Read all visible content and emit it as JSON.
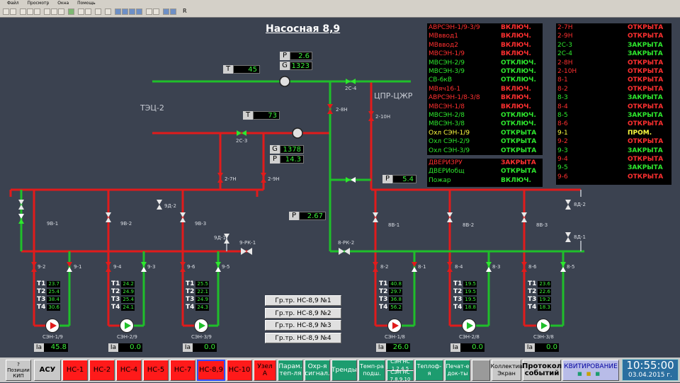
{
  "menu": {
    "file": "Файл",
    "view": "Просмотр",
    "windows": "Окна",
    "help": "Помощь"
  },
  "toolbar": {
    "r_label": "R"
  },
  "title": "Насосная 8,9",
  "labels": {
    "tec2": "ТЭЦ-2",
    "cpr": "ЦПР-ЦЖР",
    "v2c4": "2С-4",
    "v2c3": "2С-3",
    "v28h": "2-8Н",
    "v210h": "2-10Н",
    "v27h": "2-7Н",
    "v29h": "2-9Н",
    "v8rk2": "8-РК-2",
    "v9rk1": "9-РК-1",
    "v9v1": "9В-1",
    "v9v2": "9В-2",
    "v9v3": "9В-3",
    "v9d1": "9Д-1",
    "v9d2": "9Д-2",
    "v8v1": "8В-1",
    "v8v2": "8В-2",
    "v8v3": "8В-3",
    "v8d1": "8Д-1",
    "v8d2": "8Д-2",
    "v92": "9-2",
    "v91": "9-1",
    "v94": "9-4",
    "v93": "9-3",
    "v96": "9-6",
    "v95": "9-5",
    "v82": "8-2",
    "v81": "8-1",
    "v84": "8-4",
    "v83": "8-3",
    "v86": "8-6",
    "v85": "8-5"
  },
  "readings": {
    "p_top": {
      "k": "P",
      "v": "2.6"
    },
    "g_top": {
      "k": "G",
      "v": "1323"
    },
    "t_top": {
      "k": "T",
      "v": "45"
    },
    "t_mid": {
      "k": "T",
      "v": "73"
    },
    "g_mid": {
      "k": "G",
      "v": "1378"
    },
    "p_mid": {
      "k": "P",
      "v": "14.3"
    },
    "p_right": {
      "k": "P",
      "v": "5.4"
    },
    "p_center": {
      "k": "P",
      "v": "2.67"
    }
  },
  "pumps": [
    {
      "name": "СЭН-1/9",
      "running": false,
      "t": [
        "23.7",
        "25.4",
        "38.4",
        "30.6"
      ],
      "ia": "45.8"
    },
    {
      "name": "СЭН-2/9",
      "running": true,
      "t": [
        "24.2",
        "24.9",
        "25.4",
        "24.1"
      ],
      "ia": "0.0"
    },
    {
      "name": "СЭН-3/9",
      "running": true,
      "t": [
        "25.5",
        "22.1",
        "24.9",
        "24.3"
      ],
      "ia": "0.0"
    },
    {
      "name": "СЭН-1/8",
      "running": false,
      "t": [
        "40.8",
        "29.7",
        "36.8",
        "56.2"
      ],
      "ia": "26.0"
    },
    {
      "name": "СЭН-2/8",
      "running": true,
      "t": [
        "19.5",
        "19.5",
        "19.5",
        "18.8"
      ],
      "ia": "0.0"
    },
    {
      "name": "СЭН-3/8",
      "running": true,
      "t": [
        "23.6",
        "22.6",
        "19.2",
        "18.3"
      ],
      "ia": "0.0"
    }
  ],
  "t_labels": [
    "T1",
    "T2",
    "T3",
    "T4"
  ],
  "ia_label": "Ia",
  "groups": [
    "Гр.тр. НС-8,9 №1",
    "Гр.тр. НС-8,9 №2",
    "Гр.тр. НС-8,9 №3",
    "Гр.тр. НС-8,9 №4"
  ],
  "signals1": [
    {
      "n": "АВРСЭН-1/9-3/9",
      "s": "ВКЛЮЧ.",
      "nc": "red",
      "sc": "red"
    },
    {
      "n": "МВввод1",
      "s": "ВКЛЮЧ.",
      "nc": "red",
      "sc": "red"
    },
    {
      "n": "МВввод2",
      "s": "ВКЛЮЧ.",
      "nc": "red",
      "sc": "red"
    },
    {
      "n": "МВСЭН-1/9",
      "s": "ВКЛЮЧ.",
      "nc": "red",
      "sc": "red"
    },
    {
      "n": "МВСЭН-2/9",
      "s": "ОТКЛЮЧ.",
      "nc": "grn",
      "sc": "grn"
    },
    {
      "n": "МВСЭН-3/9",
      "s": "ОТКЛЮЧ.",
      "nc": "grn",
      "sc": "grn"
    },
    {
      "n": "СВ-6кВ",
      "s": "ОТКЛЮЧ.",
      "nc": "grn",
      "sc": "grn"
    },
    {
      "n": "МВяч16-1",
      "s": "ВКЛЮЧ.",
      "nc": "red",
      "sc": "red"
    },
    {
      "n": "АВРСЭН-1/8-3/8",
      "s": "ВКЛЮЧ.",
      "nc": "red",
      "sc": "red"
    },
    {
      "n": "МВСЭН-1/8",
      "s": "ВКЛЮЧ.",
      "nc": "red",
      "sc": "red"
    },
    {
      "n": "МВСЭН-2/8",
      "s": "ОТКЛЮЧ.",
      "nc": "grn",
      "sc": "grn"
    },
    {
      "n": "МВСЭН-3/8",
      "s": "ОТКЛЮЧ.",
      "nc": "grn",
      "sc": "grn"
    },
    {
      "n": "Охл СЭН-1/9",
      "s": "ОТКРЫТА",
      "nc": "yel",
      "sc": "grn"
    },
    {
      "n": "Охл СЭН-2/9",
      "s": "ОТКРЫТА",
      "nc": "grn",
      "sc": "grn"
    },
    {
      "n": "Охл СЭН-3/9",
      "s": "ОТКРЫТА",
      "nc": "grn",
      "sc": "grn"
    }
  ],
  "signals2": [
    {
      "n": "ДВЕРИЗРУ",
      "s": "ЗАКРЫТА",
      "nc": "red",
      "sc": "red"
    },
    {
      "n": "ДВЕРИобщ",
      "s": "ОТКРЫТА",
      "nc": "grn",
      "sc": "grn"
    },
    {
      "n": "Пожар",
      "s": "ВКЛЮЧ.",
      "nc": "grn",
      "sc": "grn"
    }
  ],
  "valves_status": [
    {
      "n": "2-7Н",
      "s": "ОТКРЫТА",
      "nc": "red",
      "sc": "red"
    },
    {
      "n": "2-9Н",
      "s": "ОТКРЫТА",
      "nc": "red",
      "sc": "red"
    },
    {
      "n": "2С-3",
      "s": "ЗАКРЫТА",
      "nc": "grn",
      "sc": "grn"
    },
    {
      "n": "2С-4",
      "s": "ЗАКРЫТА",
      "nc": "grn",
      "sc": "grn"
    },
    {
      "n": "2-8Н",
      "s": "ОТКРЫТА",
      "nc": "red",
      "sc": "red"
    },
    {
      "n": "2-10Н",
      "s": "ОТКРЫТА",
      "nc": "red",
      "sc": "red"
    },
    {
      "n": "8-1",
      "s": "ОТКРЫТА",
      "nc": "red",
      "sc": "red"
    },
    {
      "n": "8-2",
      "s": "ОТКРЫТА",
      "nc": "red",
      "sc": "red"
    },
    {
      "n": "8-3",
      "s": "ЗАКРЫТА",
      "nc": "grn",
      "sc": "grn"
    },
    {
      "n": "8-4",
      "s": "ОТКРЫТА",
      "nc": "red",
      "sc": "red"
    },
    {
      "n": "8-5",
      "s": "ЗАКРЫТА",
      "nc": "grn",
      "sc": "grn"
    },
    {
      "n": "8-6",
      "s": "ОТКРЫТА",
      "nc": "red",
      "sc": "red"
    },
    {
      "n": "9-1",
      "s": "ПРОМ.",
      "nc": "yel",
      "sc": "yel"
    },
    {
      "n": "9-2",
      "s": "ОТКРЫТА",
      "nc": "red",
      "sc": "red"
    },
    {
      "n": "9-3",
      "s": "ЗАКРЫТА",
      "nc": "grn",
      "sc": "grn"
    },
    {
      "n": "9-4",
      "s": "ОТКРЫТА",
      "nc": "red",
      "sc": "red"
    },
    {
      "n": "9-5",
      "s": "ЗАКРЫТА",
      "nc": "grn",
      "sc": "grn"
    },
    {
      "n": "9-6",
      "s": "ОТКРЫТА",
      "nc": "red",
      "sc": "red"
    }
  ],
  "bottom": {
    "kip": "Позиции КИП",
    "kip_q": "?",
    "asu": "АСУ",
    "hc1": "НС-1",
    "hc2": "НС-2",
    "hc4": "НС-4",
    "hc5": "НС-5",
    "hc7": "НС-7",
    "hc89": "НС-8,9",
    "hc10": "НС-10",
    "uzel": "Узел А",
    "param": "Парам. теп-ля",
    "ohr": "Охр-я сигнал.",
    "trend": "Тренды",
    "temp": "Темп-ра подш.",
    "sen1": "СЭН НС 1,2,4,5",
    "sen2": "СЭН НС 7,8,9,10",
    "teplof": "Теплоф-я",
    "print": "Печат-е док-ты",
    "collect": "Коллектив Экран",
    "protocol": "Протокол событий",
    "kvit": "КВИТИРОВАНИЕ"
  },
  "clock": {
    "time": "10:55:00",
    "date": "03.04.2015 г."
  },
  "colors": {
    "red_pipe": "#e11b1b",
    "green_pipe": "#1fbf2a",
    "background": "#3b4250"
  }
}
